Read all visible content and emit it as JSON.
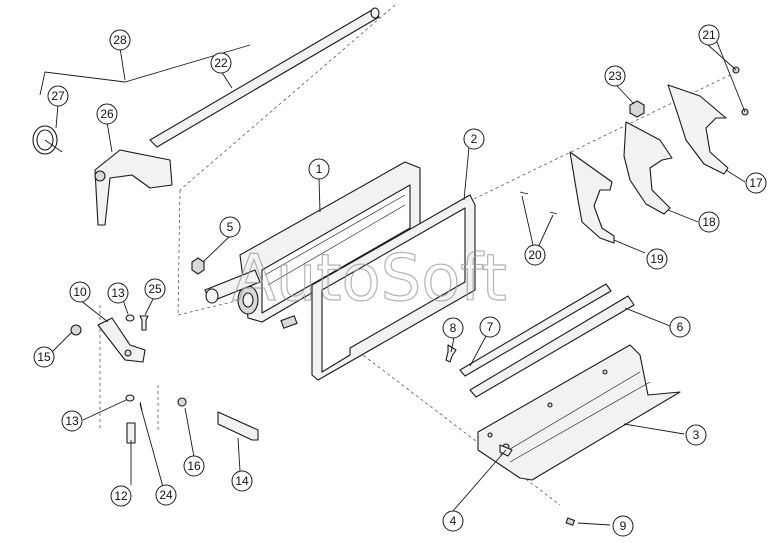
{
  "watermark": "AutoSoft",
  "callouts": [
    "1",
    "2",
    "3",
    "4",
    "5",
    "6",
    "7",
    "8",
    "9",
    "10",
    "12",
    "13",
    "13",
    "14",
    "15",
    "16",
    "17",
    "18",
    "19",
    "20",
    "21",
    "22",
    "23",
    "24",
    "25",
    "26",
    "27",
    "28"
  ]
}
